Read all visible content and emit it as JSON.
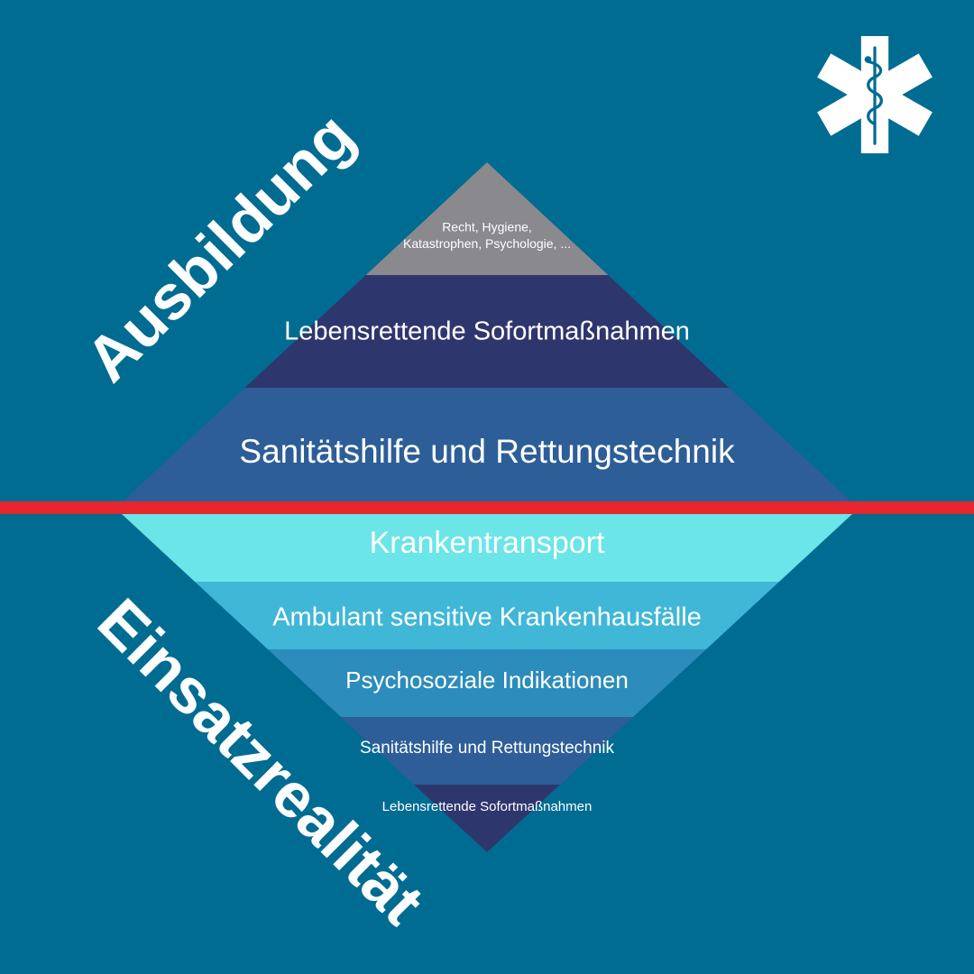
{
  "side_labels": {
    "top": "Ausbildung",
    "bottom": "Einsatzrealität"
  },
  "upper_pyramid": [
    {
      "lines": [
        "Recht, Hygiene,",
        "Katastrophen, Psychologie, ..."
      ],
      "color": "#8a898e"
    },
    {
      "lines": [
        "Lebensrettende Sofortmaßnahmen"
      ],
      "color": "#2e366e"
    },
    {
      "lines": [
        "Sanitätshilfe und Rettungstechnik"
      ],
      "color": "#2d5e98"
    }
  ],
  "lower_pyramid": [
    {
      "lines": [
        "Krankentransport"
      ],
      "color": "#6be5e8"
    },
    {
      "lines": [
        "Ambulant sensitive Krankenhausfälle"
      ],
      "color": "#40b7d7"
    },
    {
      "lines": [
        "Psychosoziale Indikationen"
      ],
      "color": "#2c8cbb"
    },
    {
      "lines": [
        "Sanitätshilfe und Rettungstechnik"
      ],
      "color": "#2d5e98"
    },
    {
      "lines": [
        "Lebensrettende Sofortmaßnahmen"
      ],
      "color": "#2e366e"
    }
  ],
  "colors": {
    "background": "#016c92",
    "divider": "#e8262c",
    "text": "#ffffff",
    "star": "#ffffff"
  },
  "icons": {
    "logo": "star-of-life-icon"
  }
}
